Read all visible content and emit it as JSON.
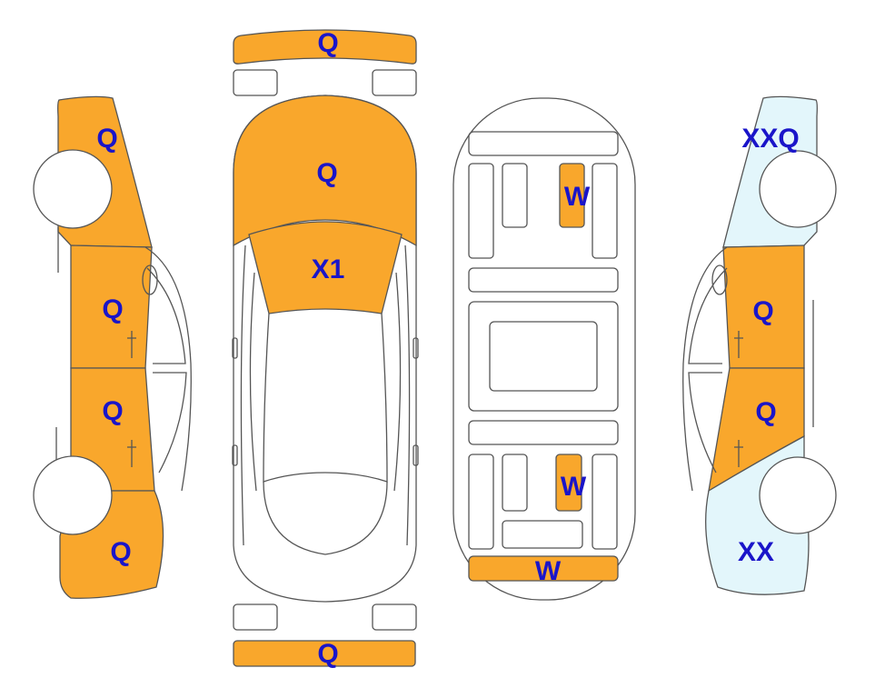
{
  "colors": {
    "damaged": "#f9a72c",
    "light_blue": "#e3f6fb",
    "label": "#1a15c9",
    "outline": "#555555",
    "white": "#ffffff"
  },
  "labels": {
    "front_bumper": "Q",
    "rear_bumper": "Q",
    "hood": "Q",
    "windshield": "X1",
    "floor_top": "W",
    "floor_bottom": "W",
    "floor_rear": "W",
    "left_front_fender": "Q",
    "left_front_door": "Q",
    "left_rear_door": "Q",
    "left_rear_quarter": "Q",
    "right_front_fender": "XXQ",
    "right_front_door": "Q",
    "right_rear_door": "Q",
    "right_rear_quarter": "XX"
  }
}
